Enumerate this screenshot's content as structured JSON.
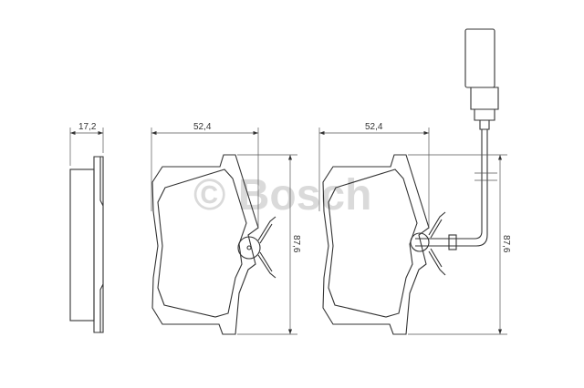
{
  "watermark": "© Bosch",
  "dimensions": {
    "thickness": "17,2",
    "width_pad_1": "52,4",
    "width_pad_2": "52,4",
    "height_pad_1": "87,6",
    "height_pad_2": "87,6"
  }
}
